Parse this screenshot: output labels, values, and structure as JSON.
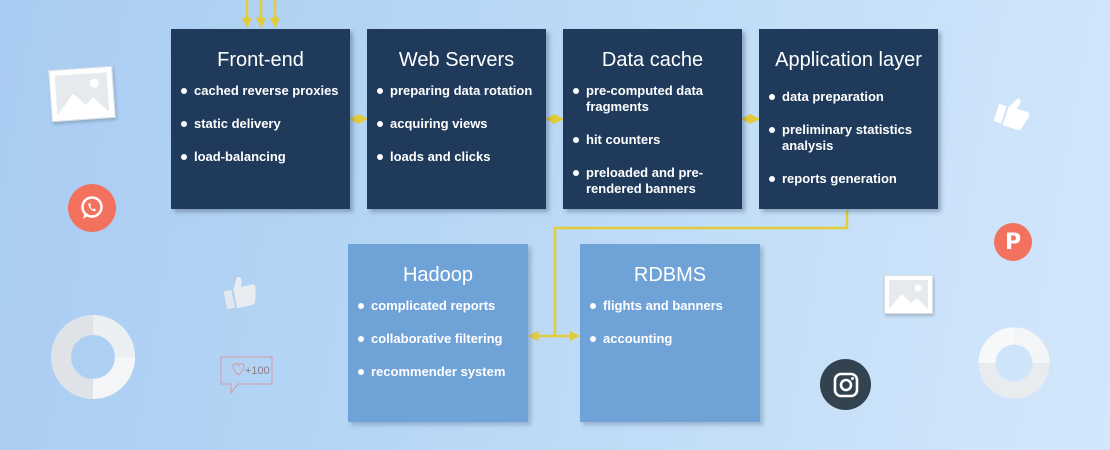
{
  "colors": {
    "dark_box": "#1f3a5b",
    "light_box": "#6fa3d8",
    "connector": "#e2cc3a",
    "decor_gray": "#e9ecef",
    "whatsapp_bg": "#f2725f",
    "pinterest_bg": "#f2725f",
    "instagram_bg": "#33424f"
  },
  "nodes": [
    {
      "id": "frontend",
      "title": "Front-end",
      "items": [
        "cached reverse proxies",
        "static delivery",
        "load-balancing"
      ]
    },
    {
      "id": "webservers",
      "title": "Web Servers",
      "items": [
        "preparing data rotation",
        "acquiring views",
        "loads and clicks"
      ]
    },
    {
      "id": "datacache",
      "title": "Data cache",
      "items": [
        "pre-computed data fragments",
        "hit counters",
        "preloaded and pre-rendered banners"
      ]
    },
    {
      "id": "applayer",
      "title": "Application layer",
      "items": [
        "data preparation",
        "preliminary statistics analysis",
        "reports generation"
      ]
    },
    {
      "id": "hadoop",
      "title": "Hadoop",
      "items": [
        "complicated reports",
        "collaborative filtering",
        "recommender system"
      ]
    },
    {
      "id": "rdbms",
      "title": "RDBMS",
      "items": [
        "flights and banners",
        "accounting"
      ]
    }
  ],
  "edges": [
    {
      "from": "input",
      "to": "frontend",
      "style": "triple-arrow"
    },
    {
      "from": "frontend",
      "to": "webservers",
      "style": "bidirectional"
    },
    {
      "from": "webservers",
      "to": "datacache",
      "style": "bidirectional"
    },
    {
      "from": "datacache",
      "to": "applayer",
      "style": "bidirectional"
    },
    {
      "from": "applayer",
      "to": "hadoop",
      "style": "bus"
    },
    {
      "from": "applayer",
      "to": "rdbms",
      "style": "bus"
    }
  ],
  "decorations": {
    "like_count": "+100",
    "icons": [
      "image-icon",
      "whatsapp-icon",
      "thumbs-up-icon",
      "donut-chart-icon",
      "heart-icon",
      "pinterest-icon",
      "instagram-icon"
    ]
  }
}
